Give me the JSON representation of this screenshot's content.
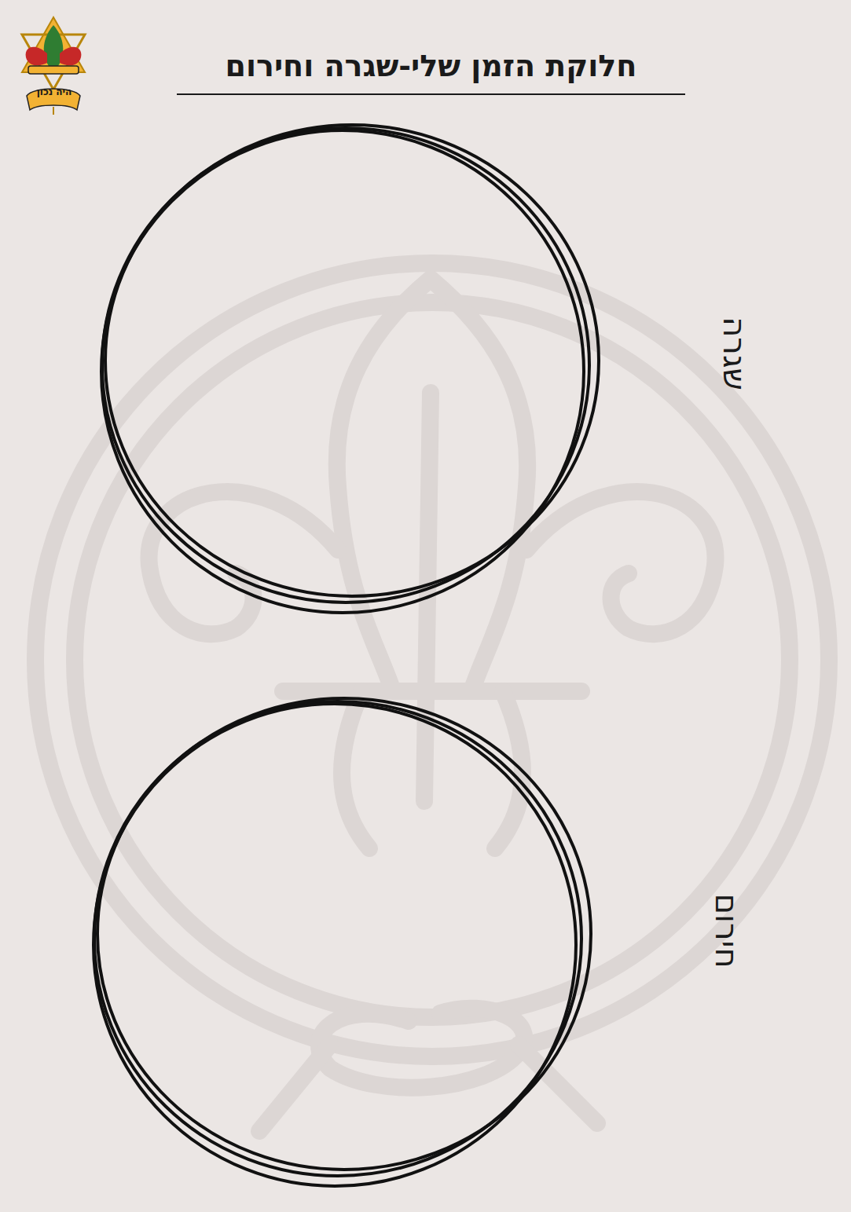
{
  "diagram": {
    "title": "חלוקת הזמן שלי-שגרה וחירום",
    "nodes": [
      {
        "text": [
          "שגרה"
        ]
      },
      {
        "text": [
          "חירום"
        ]
      }
    ],
    "labels": [
      "היה נכון"
    ]
  }
}
